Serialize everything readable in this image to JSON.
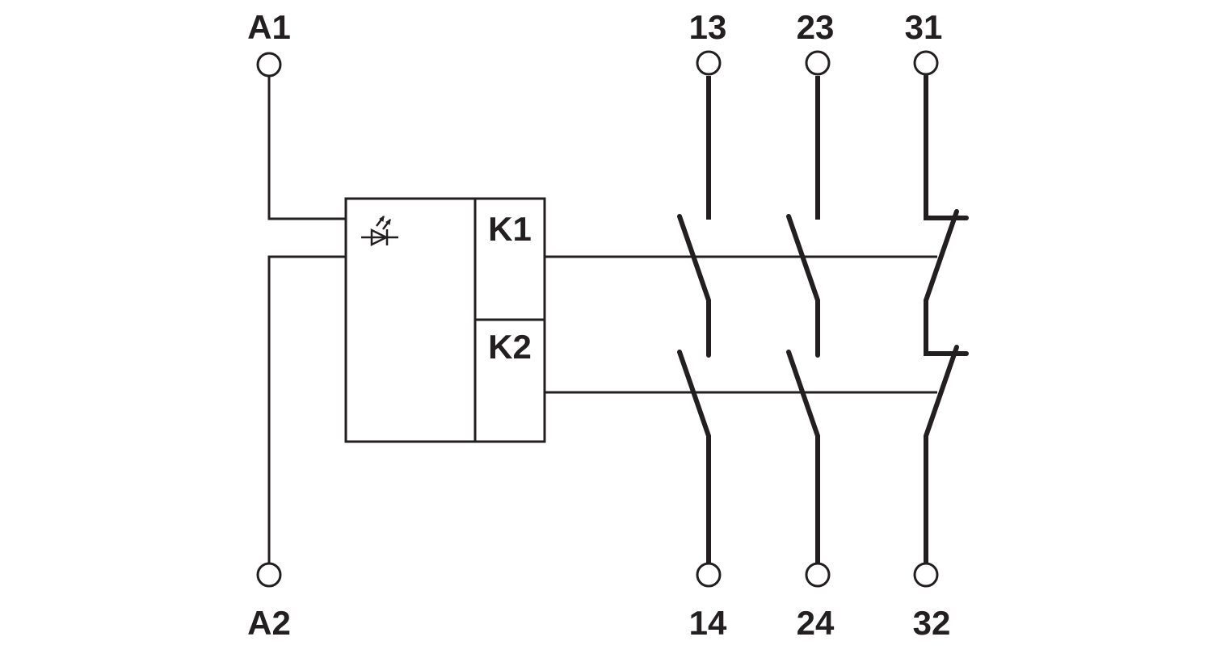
{
  "terminals": {
    "a1": "A1",
    "a2": "A2",
    "t13": "13",
    "t14": "14",
    "t23": "23",
    "t24": "24",
    "t31": "31",
    "t32": "32"
  },
  "relay_box": {
    "k1_label": "K1",
    "k2_label": "K2",
    "indicator_icon": "led-diode-icon"
  },
  "contacts": {
    "normally_open": [
      "13-14",
      "23-24"
    ],
    "normally_closed": [
      "31-32"
    ]
  },
  "colors": {
    "line": "#231f20",
    "background": "#ffffff"
  }
}
